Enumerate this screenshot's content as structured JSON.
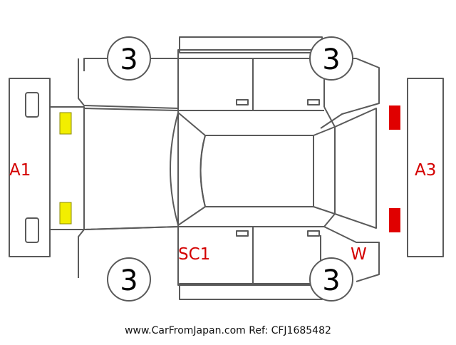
{
  "colors": {
    "outline": "#5a5a5a",
    "code_text": "#d40000",
    "mark_yellow": "#f2ee00",
    "mark_red": "#e00000",
    "background": "#ffffff"
  },
  "tire_ratings": {
    "front_left": "3",
    "front_right": "3",
    "rear_left": "3",
    "rear_right": "3"
  },
  "damage_codes": {
    "front_bumper": "A1",
    "rear_bumper": "A3",
    "left_side": "SC1",
    "rear_left_quarter": "W"
  },
  "markers": {
    "front_bumper": "yellow",
    "rear_bumper": "red"
  },
  "footer": {
    "site": "www.CarFromJapan.com",
    "ref": "Ref: CFJ1685482"
  }
}
